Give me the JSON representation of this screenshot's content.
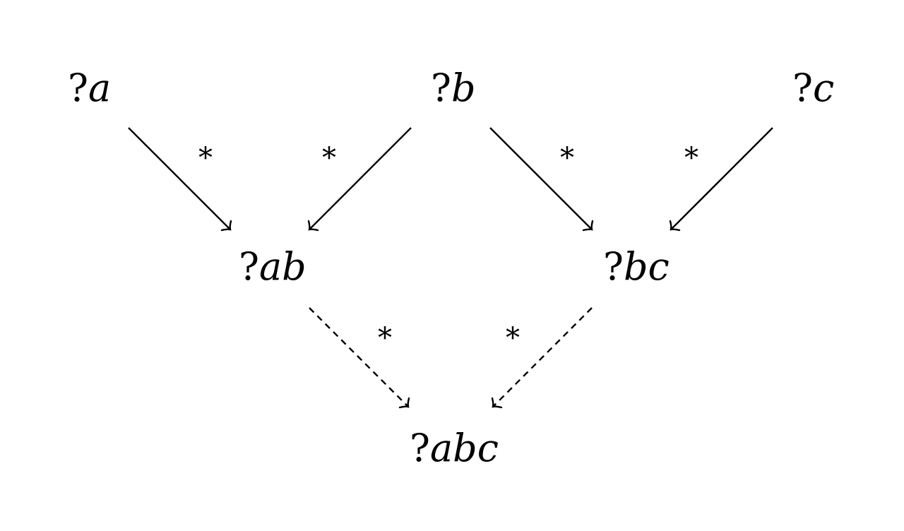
{
  "diagram": {
    "nodes": [
      {
        "id": "a",
        "prefix": "?",
        "var": "a"
      },
      {
        "id": "b",
        "prefix": "?",
        "var": "b"
      },
      {
        "id": "c",
        "prefix": "?",
        "var": "c"
      },
      {
        "id": "ab",
        "prefix": "?",
        "var": "ab"
      },
      {
        "id": "bc",
        "prefix": "?",
        "var": "bc"
      },
      {
        "id": "abc",
        "prefix": "?",
        "var": "abc"
      }
    ],
    "edges": [
      {
        "from": "a",
        "to": "ab",
        "label": "*",
        "style": "solid"
      },
      {
        "from": "b",
        "to": "ab",
        "label": "*",
        "style": "solid"
      },
      {
        "from": "b",
        "to": "bc",
        "label": "*",
        "style": "solid"
      },
      {
        "from": "c",
        "to": "bc",
        "label": "*",
        "style": "solid"
      },
      {
        "from": "ab",
        "to": "abc",
        "label": "*",
        "style": "dashed"
      },
      {
        "from": "bc",
        "to": "abc",
        "label": "*",
        "style": "dashed"
      }
    ]
  }
}
